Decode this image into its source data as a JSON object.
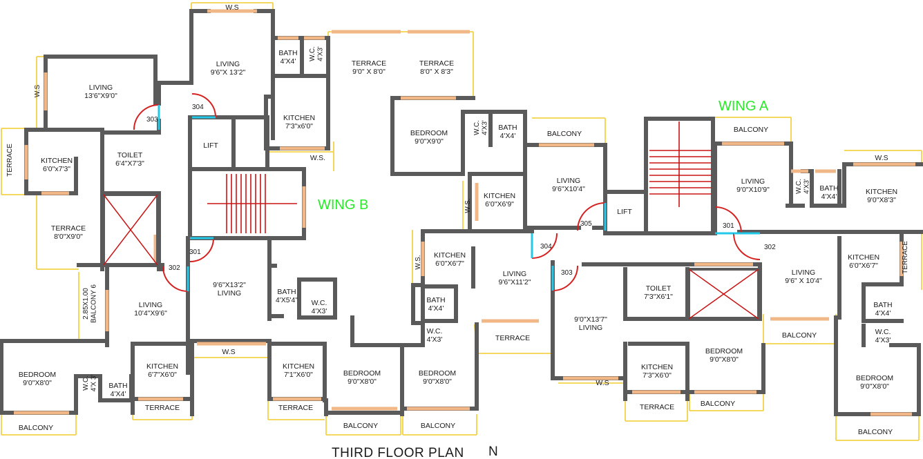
{
  "plan": {
    "title": "THIRD FLOOR PLAN",
    "north": "N",
    "wing_b": "WING B",
    "wing_a": "WING A"
  },
  "colors": {
    "wall": "#5a5a5a",
    "window": "#f2b787",
    "balcony_rail": "#f3d24a",
    "door_arc": "#d62020",
    "door_jamb": "#22c8e8",
    "stair": "#c81414",
    "wing_label": "#2ee82e"
  },
  "rooms": [
    {
      "id": "b-ws-top",
      "lines": [
        "W.S"
      ]
    },
    {
      "id": "b-living-1",
      "lines": [
        "LIVING",
        "9'6\"X 13'2\""
      ]
    },
    {
      "id": "b-bath-1",
      "lines": [
        "BATH",
        "4'X4'"
      ]
    },
    {
      "id": "b-wc-1",
      "lines": [
        "W.C.",
        "4'X3'"
      ]
    },
    {
      "id": "b-terrace-1",
      "lines": [
        "TERRACE",
        "9'0\" X 8'0\""
      ]
    },
    {
      "id": "b-terrace-2",
      "lines": [
        "TERRACE",
        "8'0\" X 8'3\""
      ]
    },
    {
      "id": "b-living-2",
      "lines": [
        "LIVING",
        "13'6\"X9'0\""
      ]
    },
    {
      "id": "b-ws-left",
      "lines": [
        "W.S"
      ]
    },
    {
      "id": "b-kitchen-1",
      "lines": [
        "KITCHEN",
        "7'3\"x6'0\""
      ]
    },
    {
      "id": "b-lift",
      "lines": [
        "LIFT"
      ]
    },
    {
      "id": "b-ws-2",
      "lines": [
        "W.S."
      ]
    },
    {
      "id": "b-terrace-left",
      "lines": [
        "TERRACE"
      ]
    },
    {
      "id": "b-kitchen-2",
      "lines": [
        "KITCHEN",
        "6'0\"x7'3\""
      ]
    },
    {
      "id": "b-toilet-1",
      "lines": [
        "TOILET",
        "6'4\"X7'3\""
      ]
    },
    {
      "id": "b-terrace-3",
      "lines": [
        "TERRACE",
        "8'0\"X9'0\""
      ]
    },
    {
      "id": "b-balcony-6",
      "lines": [
        "2.85X1.00",
        "BALCONY 6"
      ]
    },
    {
      "id": "b-living-3",
      "lines": [
        "LIVING",
        "10'4\"X9'6\""
      ]
    },
    {
      "id": "b-living-4",
      "lines": [
        "9'6\"X13'2\"",
        "LIVING"
      ]
    },
    {
      "id": "b-bath-2",
      "lines": [
        "BATH",
        "4'X5'4\""
      ]
    },
    {
      "id": "b-wc-2",
      "lines": [
        "W.C.",
        "4'X3'"
      ]
    },
    {
      "id": "b-ws-3",
      "lines": [
        "W.S"
      ]
    },
    {
      "id": "b-bedroom-1",
      "lines": [
        "BEDROOM",
        "9'0\"X8'0\""
      ]
    },
    {
      "id": "b-wc-3",
      "lines": [
        "W.C.",
        "4'X 3'"
      ]
    },
    {
      "id": "b-bath-3",
      "lines": [
        "BATH",
        "4'X4'"
      ]
    },
    {
      "id": "b-kitchen-3",
      "lines": [
        "KITCHEN",
        "6'7\"X6'0\""
      ]
    },
    {
      "id": "b-terrace-4",
      "lines": [
        "TERRACE"
      ]
    },
    {
      "id": "b-balcony-1",
      "lines": [
        "BALCONY"
      ]
    },
    {
      "id": "b-kitchen-4",
      "lines": [
        "KITCHEN",
        "7'1\"X6'0\""
      ]
    },
    {
      "id": "b-terrace-5",
      "lines": [
        "TERRACE"
      ]
    },
    {
      "id": "b-bedroom-2",
      "lines": [
        "BEDROOM",
        "9'0\"X8'0\""
      ]
    },
    {
      "id": "b-balcony-2",
      "lines": [
        "BALCONY"
      ]
    },
    {
      "id": "b-bedroom-3",
      "lines": [
        "BEDROOM",
        "9'0\"X8'0\""
      ]
    },
    {
      "id": "b-balcony-3",
      "lines": [
        "BALCONY"
      ]
    },
    {
      "id": "m-bedroom-1",
      "lines": [
        "BEDROOM",
        "9'0\"X9'0\""
      ]
    },
    {
      "id": "m-wc-1",
      "lines": [
        "W.C.",
        "4'X3'"
      ]
    },
    {
      "id": "m-bath-1",
      "lines": [
        "BATH",
        "4'X4'"
      ]
    },
    {
      "id": "m-balcony-1",
      "lines": [
        "BALCONY"
      ]
    },
    {
      "id": "m-living-1",
      "lines": [
        "LIVING",
        "9'6\"X10'4\""
      ]
    },
    {
      "id": "m-kitchen-1",
      "lines": [
        "KITCHEN",
        "6'0\"X6'9\""
      ]
    },
    {
      "id": "m-ws-1",
      "lines": [
        "W.S."
      ]
    },
    {
      "id": "m-lift",
      "lines": [
        "LIFT"
      ]
    },
    {
      "id": "m-kitchen-2",
      "lines": [
        "KITCHEN",
        "6'0\"X6'7\""
      ]
    },
    {
      "id": "m-ws-2",
      "lines": [
        "W.S."
      ]
    },
    {
      "id": "m-living-2",
      "lines": [
        "LIVING",
        "9'6\"X11'2\""
      ]
    },
    {
      "id": "m-bath-2",
      "lines": [
        "BATH",
        "4'X4'"
      ]
    },
    {
      "id": "m-wc-2",
      "lines": [
        "W.C.",
        "4'X3'"
      ]
    },
    {
      "id": "m-terrace-1",
      "lines": [
        "TERRACE"
      ]
    },
    {
      "id": "a-living-1",
      "lines": [
        "LIVING",
        "9'0\"X10'9\""
      ]
    },
    {
      "id": "a-balcony-1",
      "lines": [
        "BALCONY"
      ]
    },
    {
      "id": "a-wc-1",
      "lines": [
        "W.C.",
        "4'X3'"
      ]
    },
    {
      "id": "a-bath-1",
      "lines": [
        "BATH",
        "4'X4'"
      ]
    },
    {
      "id": "a-ws-1",
      "lines": [
        "W.S"
      ]
    },
    {
      "id": "a-kitchen-1",
      "lines": [
        "KITCHEN",
        "9'0\"X8'3\""
      ]
    },
    {
      "id": "a-toilet-1",
      "lines": [
        "TOILET",
        "7'3\"X6'1\""
      ]
    },
    {
      "id": "a-living-2",
      "lines": [
        "9'0\"X13'7\"",
        "LIVING"
      ]
    },
    {
      "id": "a-living-3",
      "lines": [
        "LIVING",
        "9'6\" X 10'4\""
      ]
    },
    {
      "id": "a-kitchen-2",
      "lines": [
        "KITCHEN",
        "6'0\"X6'7\""
      ]
    },
    {
      "id": "a-terrace-1",
      "lines": [
        "TERRACE"
      ]
    },
    {
      "id": "a-bath-2",
      "lines": [
        "BATH",
        "4'X4'"
      ]
    },
    {
      "id": "a-wc-2",
      "lines": [
        "W.C.",
        "4'X3'"
      ]
    },
    {
      "id": "a-balcony-2",
      "lines": [
        "BALCONY"
      ]
    },
    {
      "id": "a-bedroom-1",
      "lines": [
        "BEDROOM",
        "9'0\"X8'0\""
      ]
    },
    {
      "id": "a-kitchen-3",
      "lines": [
        "KITCHEN",
        "7'3\"X6'0\""
      ]
    },
    {
      "id": "a-ws-2",
      "lines": [
        "W.S"
      ]
    },
    {
      "id": "a-bedroom-2",
      "lines": [
        "BEDROOM",
        "9'0\"X8'0\""
      ]
    },
    {
      "id": "a-terrace-2",
      "lines": [
        "TERRACE"
      ]
    },
    {
      "id": "a-balcony-3",
      "lines": [
        "BALCONY"
      ]
    },
    {
      "id": "a-balcony-4",
      "lines": [
        "BALCONY"
      ]
    }
  ],
  "doors": [
    {
      "id": "door-304-b",
      "label": "304"
    },
    {
      "id": "door-303-b",
      "label": "303"
    },
    {
      "id": "door-301-b",
      "label": "301"
    },
    {
      "id": "door-302-b",
      "label": "302"
    },
    {
      "id": "door-305-m",
      "label": "305"
    },
    {
      "id": "door-304-m",
      "label": "304"
    },
    {
      "id": "door-303-m",
      "label": "303"
    },
    {
      "id": "door-301-a",
      "label": "301"
    },
    {
      "id": "door-302-a",
      "label": "302"
    }
  ]
}
